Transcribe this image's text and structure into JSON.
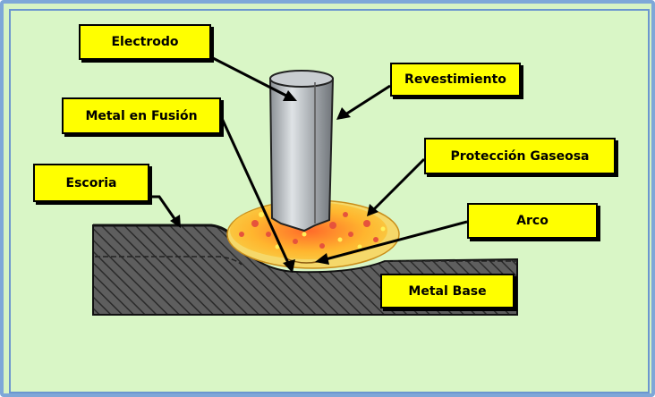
{
  "labels": {
    "electrode": "Electrodo",
    "coating": "Revestimiento",
    "molten_metal": "Metal en Fusión",
    "gas_shield": "Protección Gaseosa",
    "slag": "Escoria",
    "arc": "Arco",
    "base_metal": "Metal Base"
  },
  "colors": {
    "background": "#d9f6c6",
    "frame": "#7ea7d8",
    "label_fill": "#ffff00",
    "base_metal": "#5b5b5b",
    "electrode": "#a3a8ad",
    "weld_pool": "#f5a623"
  }
}
